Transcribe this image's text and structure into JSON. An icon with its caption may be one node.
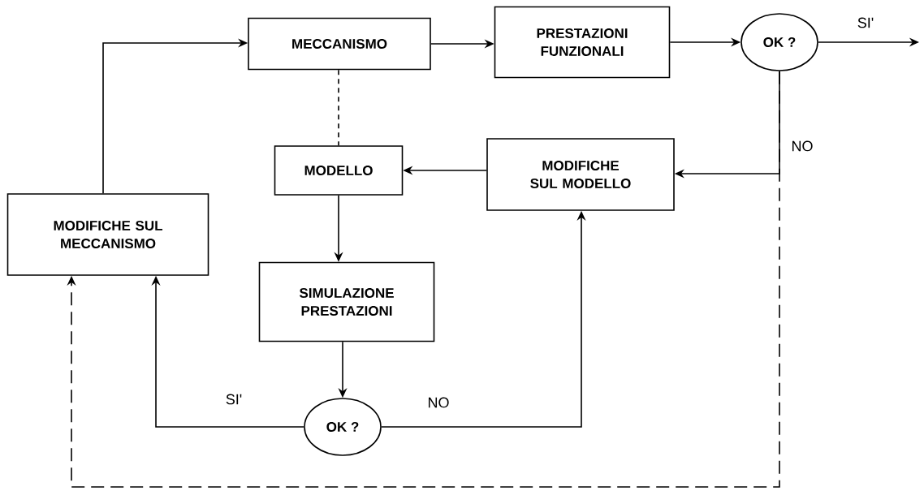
{
  "diagram": {
    "nodes": [
      {
        "text": [
          "MECCANISMO"
        ]
      },
      {
        "text": [
          "PRESTAZIONI FUNZIONALI"
        ]
      },
      {
        "text": [
          "OK ?"
        ]
      },
      {
        "text": [
          "MODELLO"
        ]
      },
      {
        "text": [
          "MODIFICHE SUL MODELLO"
        ]
      },
      {
        "text": [
          "MODIFICHE SUL MECCANISMO"
        ]
      },
      {
        "text": [
          "SIMULAZIONE PRESTAZIONI"
        ]
      },
      {
        "text": [
          "OK ?"
        ]
      }
    ],
    "edges": [
      {
        "from": 5,
        "to": 0,
        "arrow": "to"
      },
      {
        "from": 0,
        "to": 1,
        "arrow": "to"
      },
      {
        "from": 1,
        "to": 2,
        "arrow": "to"
      },
      {
        "from": 2,
        "to": null,
        "arrow": "to",
        "label": "SI'"
      },
      {
        "from": 2,
        "to": 4,
        "arrow": "to",
        "label": "NO"
      },
      {
        "from": 4,
        "to": 3,
        "arrow": "to"
      },
      {
        "from": 0,
        "to": 3,
        "arrow": "none",
        "style": "dashed"
      },
      {
        "from": 3,
        "to": 6,
        "arrow": "to"
      },
      {
        "from": 6,
        "to": 7,
        "arrow": "to"
      },
      {
        "from": 7,
        "to": 5,
        "arrow": "to",
        "label": "SI'"
      },
      {
        "from": 7,
        "to": 4,
        "arrow": "to",
        "label": "NO"
      },
      {
        "from": 2,
        "to": 5,
        "arrow": "to",
        "style": "dashed"
      }
    ]
  }
}
